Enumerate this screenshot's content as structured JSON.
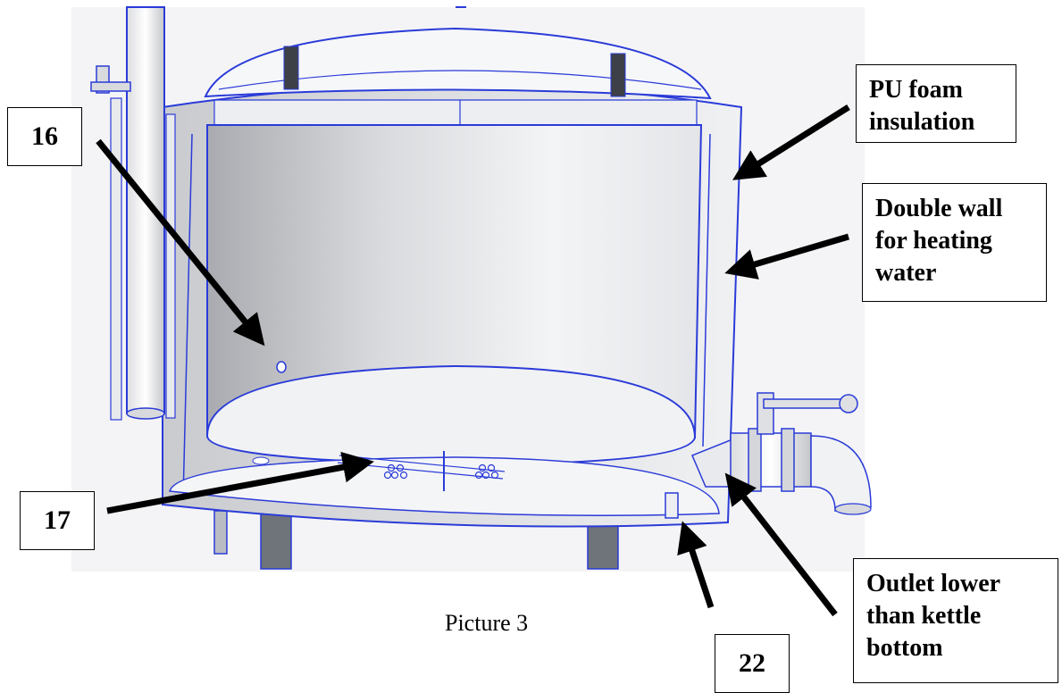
{
  "callouts": {
    "c16": "16",
    "c17": "17",
    "c22": "22",
    "pu_foam": [
      "PU foam",
      "insulation"
    ],
    "double_wall": [
      "Double wall",
      "for heating",
      "water"
    ],
    "outlet": [
      "Outlet lower",
      "than kettle",
      "bottom"
    ]
  },
  "caption": "Picture 3",
  "colors": {
    "outline": "#2a3bd8",
    "steel_light": "#f2f3f6",
    "steel_dark": "#a9abb0",
    "background": "#f4f4f6",
    "text": "#000000"
  }
}
